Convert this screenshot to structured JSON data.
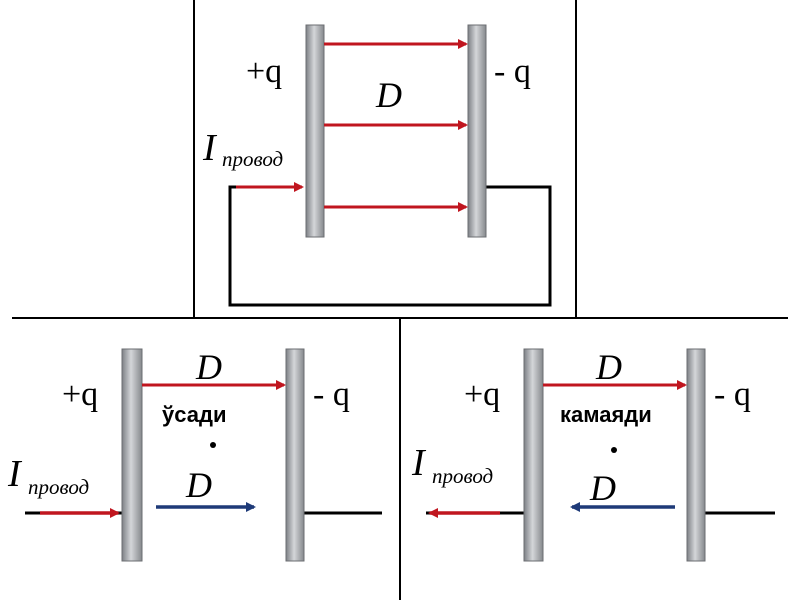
{
  "colors": {
    "field_arrow": "#c0161f",
    "current_arrow": "#c0161f",
    "derivative_arrow": "#1e3a78",
    "wire": "#000000",
    "plate_fill": "#a9acb0",
    "plate_edge": "#6b6e72"
  },
  "top_panel": {
    "plus_charge": "+q",
    "minus_charge": "- q",
    "field_label": "D",
    "current_symbol": "I",
    "current_subscript": "провод"
  },
  "left_panel": {
    "plus_charge": "+q",
    "minus_charge": "- q",
    "field_label": "D",
    "trend_word": "ўсади",
    "derivative_label": "D",
    "current_symbol": "I",
    "current_subscript": "провод"
  },
  "right_panel": {
    "plus_charge": "+q",
    "minus_charge": "- q",
    "field_label": "D",
    "trend_word": "камаяди",
    "derivative_label": "D",
    "current_symbol": "I",
    "current_subscript": "провод"
  }
}
